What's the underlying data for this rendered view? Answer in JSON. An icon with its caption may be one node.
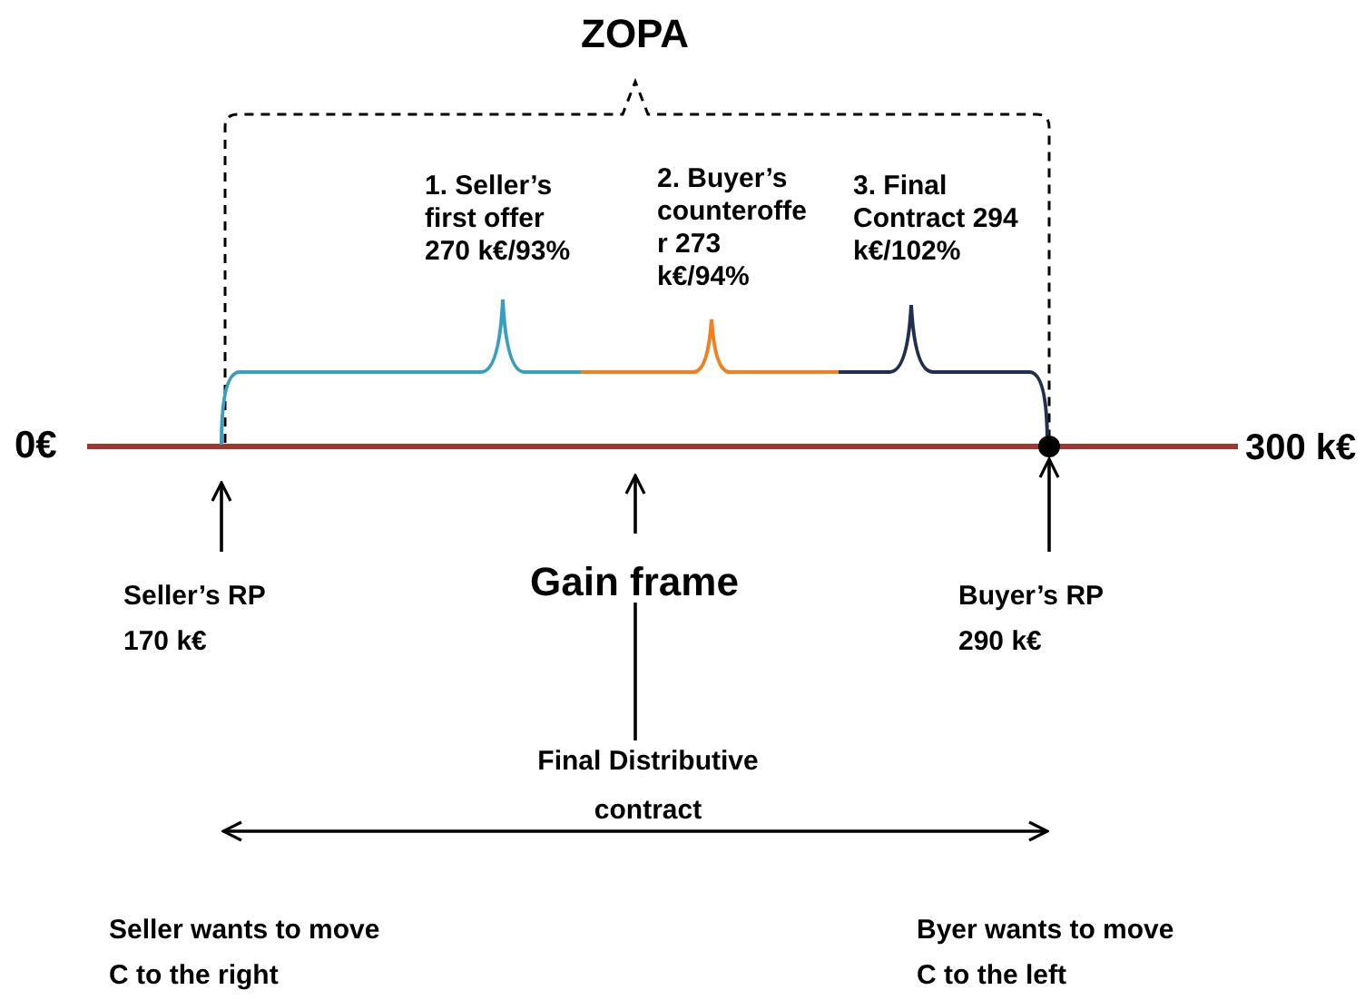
{
  "diagram": {
    "title": "ZOPA",
    "nodes": [
      {
        "text": [
          "Seller’s RP 170 k€"
        ]
      },
      {
        "text": [
          "Gain frame"
        ]
      },
      {
        "text": [
          "Buyer’s RP 290 k€"
        ]
      },
      {
        "text": [
          "Final Distributive contract"
        ]
      },
      {
        "text": [],
        "shape": "circle"
      }
    ],
    "edges": [
      {
        "from": 0,
        "to": null,
        "arrow": "to"
      },
      {
        "from": 1,
        "to": null,
        "arrow": "to"
      },
      {
        "from": 2,
        "to": 4,
        "arrow": "to"
      },
      {
        "from": 1,
        "to": 3,
        "arrow": "none"
      }
    ],
    "labels": [
      "1. Seller’s first offer 270 k€/93%",
      "2. Buyer’s counteroffe r 273 k€/94%",
      "3. Final Contract 294 k€/102%",
      "0€",
      "300 k€",
      "Seller wants to move C to the right",
      "Byer wants to move C to the left"
    ]
  }
}
